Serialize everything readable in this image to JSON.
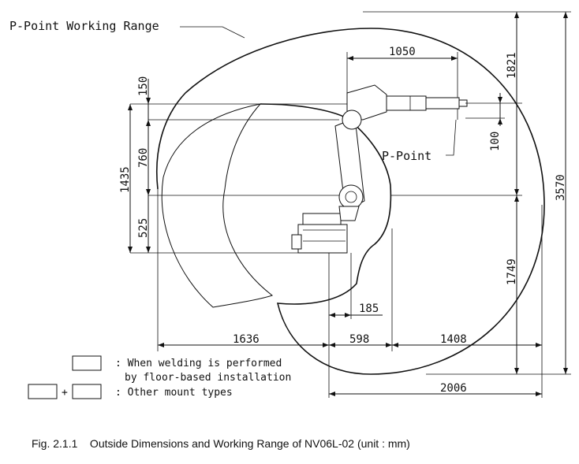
{
  "labels": {
    "working_range": "P-Point Working Range",
    "p_point": "P-Point"
  },
  "dimensions": {
    "d1050": "1050",
    "d1821": "1821",
    "d150": "150",
    "d760": "760",
    "d1435": "1435",
    "d525": "525",
    "d100": "100",
    "d3570": "3570",
    "d1749": "1749",
    "d185": "185",
    "d1636": "1636",
    "d598": "598",
    "d1408": "1408",
    "d2006": "2006"
  },
  "legend": {
    "floor_line1": ": When welding is performed",
    "floor_line2": "by floor-based installation",
    "plus": "+",
    "other": ": Other mount types"
  },
  "caption": "Fig. 2.1.1    Outside Dimensions and Working Range of NV06L-02 (unit : mm)"
}
